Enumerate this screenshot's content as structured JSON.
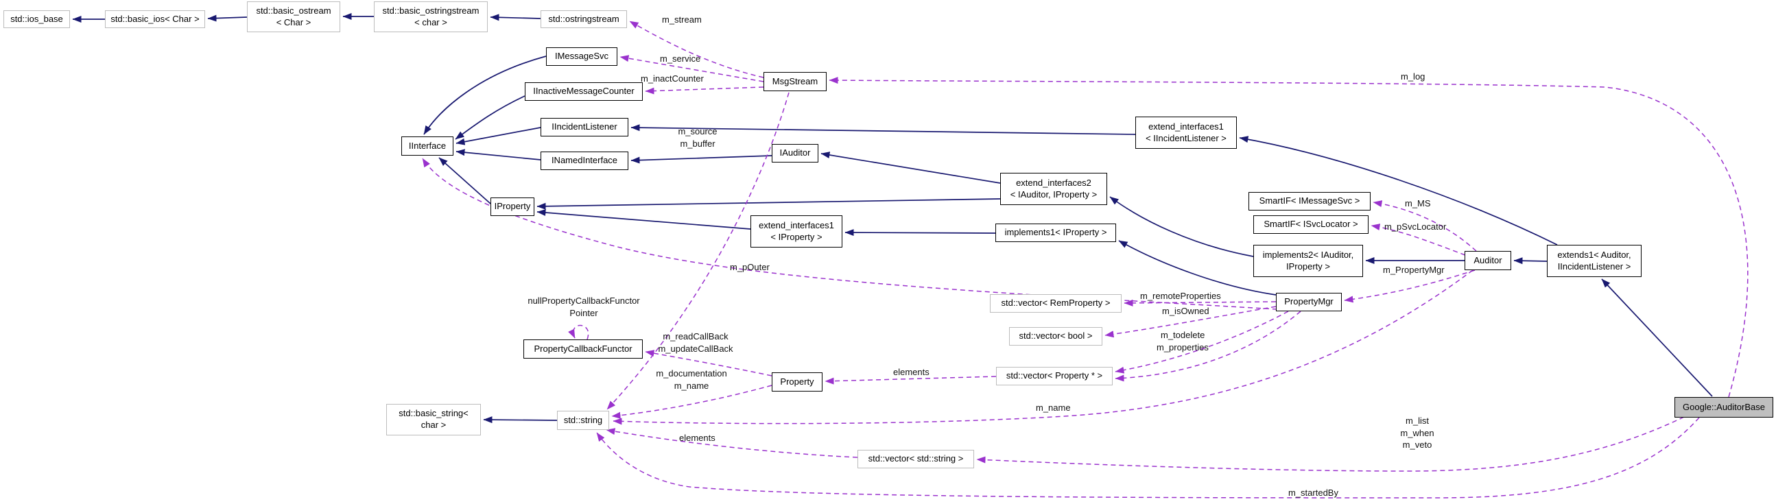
{
  "diagram": {
    "nodes": {
      "ios_base": {
        "label": "std::ios_base"
      },
      "basic_ios": {
        "label": "std::basic_ios< Char >"
      },
      "basic_ostream": {
        "label": "std::basic_ostream\n< Char >"
      },
      "basic_ostringstream": {
        "label": "std::basic_ostringstream\n< char >"
      },
      "ostringstream": {
        "label": "std::ostringstream"
      },
      "imessagesvc": {
        "label": "IMessageSvc"
      },
      "iinactivemessagecounter": {
        "label": "IInactiveMessageCounter"
      },
      "iincidentlistener": {
        "label": "IIncidentListener"
      },
      "inamedinterface": {
        "label": "INamedInterface"
      },
      "iinterface": {
        "label": "IInterface"
      },
      "iproperty": {
        "label": "IProperty"
      },
      "msgstream": {
        "label": "MsgStream"
      },
      "iauditor": {
        "label": "IAuditor"
      },
      "ext1_iil": {
        "label": "extend_interfaces1\n< IIncidentListener >"
      },
      "ext2": {
        "label": "extend_interfaces2\n< IAuditor, IProperty >"
      },
      "smartif_imsgsvc": {
        "label": "SmartIF< IMessageSvc >"
      },
      "smartif_isvcloc": {
        "label": "SmartIF< ISvcLocator >"
      },
      "ext1_iprop": {
        "label": "extend_interfaces1\n< IProperty >"
      },
      "impl1": {
        "label": "implements1< IProperty >"
      },
      "impl2": {
        "label": "implements2< IAuditor,\nIProperty >"
      },
      "auditor": {
        "label": "Auditor"
      },
      "extends1": {
        "label": "extends1< Auditor,\nIIncidentListener >"
      },
      "propertymgr": {
        "label": "PropertyMgr"
      },
      "vec_remproperty": {
        "label": "std::vector< RemProperty >"
      },
      "vec_bool": {
        "label": "std::vector< bool >"
      },
      "vec_property": {
        "label": "std::vector< Property * >"
      },
      "pcf": {
        "label": "PropertyCallbackFunctor"
      },
      "property": {
        "label": "Property"
      },
      "basic_string": {
        "label": "std::basic_string<\nchar >"
      },
      "string": {
        "label": "std::string"
      },
      "vec_string": {
        "label": "std::vector< std::string >"
      },
      "auditorbase": {
        "label": "Google::AuditorBase"
      }
    },
    "edge_labels": {
      "m_stream": "m_stream",
      "m_service": "m_service",
      "m_inactCounter": "m_inactCounter",
      "m_log": "m_log",
      "m_MS": "m_MS",
      "m_pSvcLocator": "m_pSvcLocator",
      "m_PropertyMgr": "m_PropertyMgr",
      "m_remoteProperties": "m_remoteProperties",
      "m_isOwned": "m_isOwned",
      "m_todelete": "m_todelete",
      "m_properties": "m_properties",
      "elements_property": "elements",
      "m_name_auditor": "m_name",
      "callbacks": "m_readCallBack\nm_updateCallBack",
      "doc_name": "m_documentation\nm_name",
      "null_functor": "nullPropertyCallbackFunctor\nPointer",
      "elements_string": "elements",
      "list_when_veto": "m_list\nm_when\nm_veto",
      "m_startedBy": "m_startedBy",
      "m_pOuter": "m_pOuter",
      "source_buffer": "m_source\nm_buffer"
    },
    "colors": {
      "inheritance_edge": "#191970",
      "usage_edge": "#9a32cd",
      "main_node_bg": "#bfbfbf",
      "external_node_border": "#bcbcbc"
    }
  }
}
